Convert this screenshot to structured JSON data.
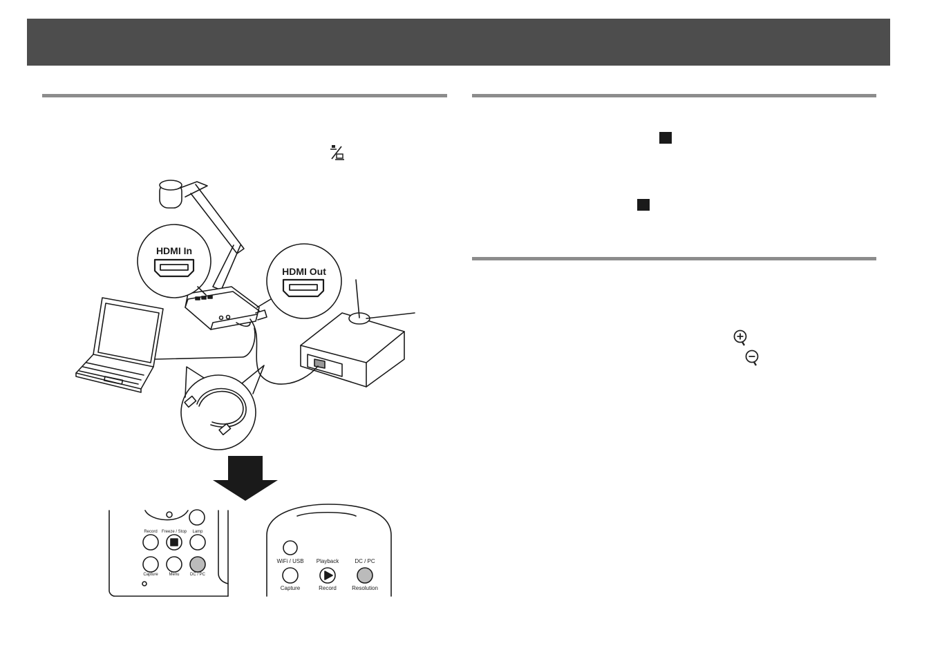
{
  "figure": {
    "hdmi_in_label": "HDMI In",
    "hdmi_out_label": "HDMI Out",
    "camera_panel": {
      "buttons": [
        "Record",
        "Freeze / Stop",
        "Lamp",
        "Capture",
        "Menu",
        "DC / PC"
      ]
    },
    "remote": {
      "buttons": [
        "WiFi / USB",
        "Playback",
        "DC / PC",
        "Capture",
        "Record",
        "Resolution"
      ]
    }
  },
  "icons": {
    "dc_pc": "dc-pc-icon",
    "stop_square": "stop-square-icon",
    "zoom_in": "zoom-in-icon",
    "zoom_out": "zoom-out-icon",
    "down_arrow": "down-arrow-icon"
  }
}
